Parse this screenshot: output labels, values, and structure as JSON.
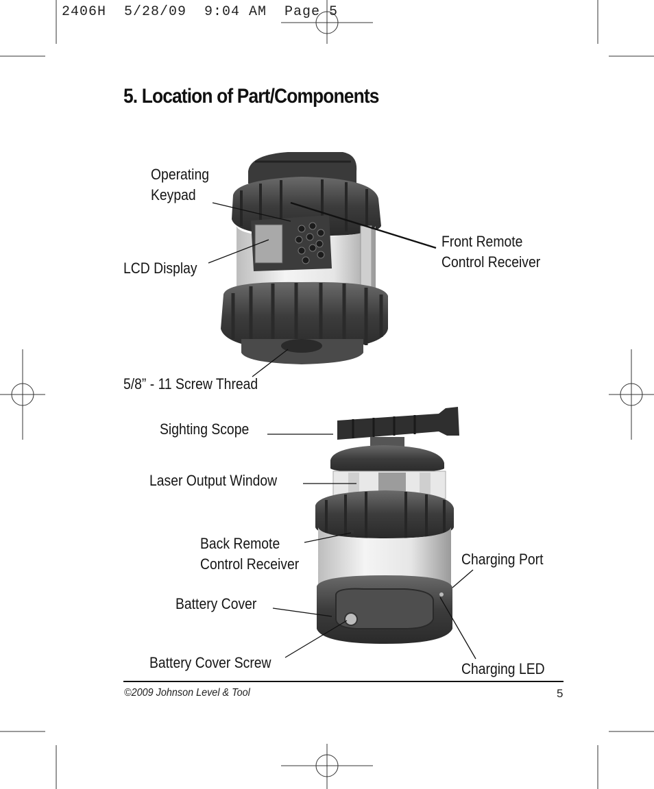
{
  "header": {
    "print_line": "2406H  5/28/09  9:04 AM  Page 5"
  },
  "section": {
    "title": "5. Location of Part/Components"
  },
  "figure_top": {
    "operating_keypad": [
      "Operating",
      "Keypad"
    ],
    "lcd_display": "LCD Display",
    "front_remote": [
      "Front Remote",
      "Control Receiver"
    ],
    "screw_thread": "5/8” - 11 Screw Thread"
  },
  "figure_bottom": {
    "sighting_scope": "Sighting Scope",
    "laser_output_window": "Laser Output Window",
    "back_remote": [
      "Back Remote",
      "Control Receiver"
    ],
    "charging_port": "Charging Port",
    "battery_cover": "Battery Cover",
    "battery_cover_screw": "Battery Cover Screw",
    "charging_led": "Charging LED"
  },
  "footer": {
    "copyright": "©2009 Johnson Level & Tool",
    "page_number": "5"
  }
}
